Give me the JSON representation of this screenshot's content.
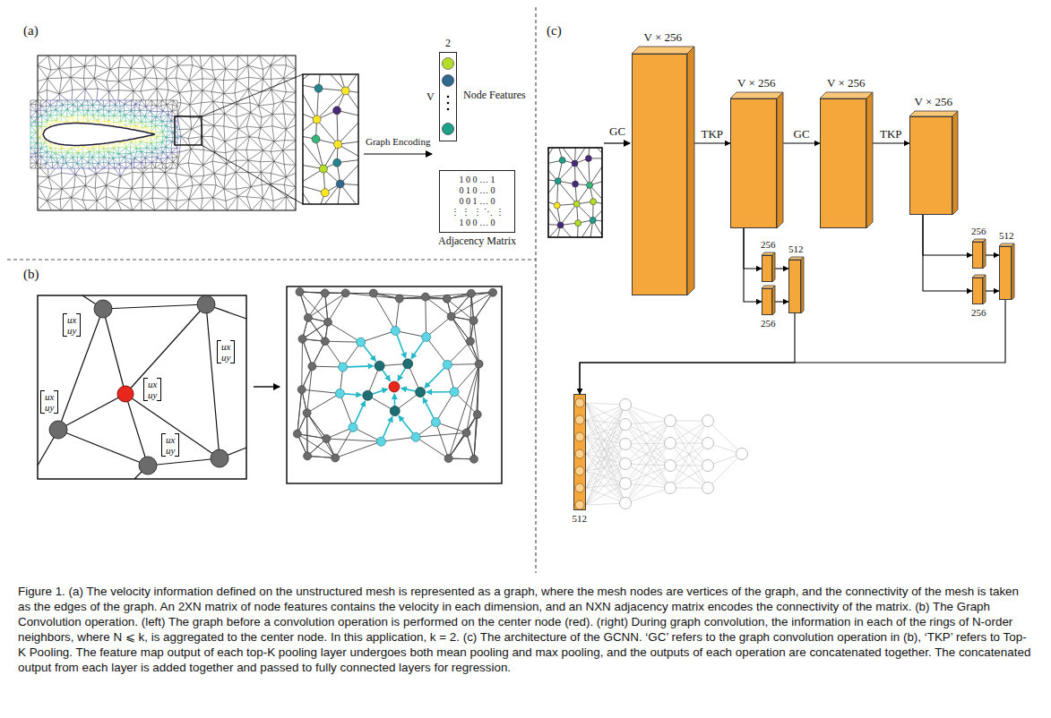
{
  "diagram": {
    "caption": "Figure 1. (a) The velocity information defined on the unstructured mesh is represented as a graph, where the mesh nodes are vertices of the graph, and the connectivity of the mesh is taken as the edges of the graph. An 2XN matrix of node features contains the velocity in each dimension, and an NXN adjacency matrix encodes the connectivity of the matrix. (b) The Graph Convolution operation. (left) The graph before a convolution operation is performed on the center node (red). (right) During graph convolution, the information in each of the rings of N-order neighbors, where N ⩽ k, is aggregated to the center node. In this application, k = 2. (c) The architecture of the GCNN. ‘GC’ refers to the graph convolution operation in (b), ‘TKP’ refers to Top-K Pooling. The feature map output of each top-K pooling layer undergoes both mean pooling and max pooling, and the outputs of each operation are concatenated together. The concatenated output from each layer is added together and passed to fully connected layers for regression.",
    "nodes": [
      {
        "text": [
          "2",
          "V",
          "Node Features"
        ]
      },
      {
        "text": [
          "1 0 0 … 1",
          "0 1 0 … 0",
          "0 0 1 … 0",
          "⋮ ⋮ ⋮ ⋱ ⋮",
          "1 0 0 … 0",
          "Adjacency Matrix"
        ]
      },
      {
        "text": [
          "V × 256"
        ]
      },
      {
        "text": [
          "V × 256"
        ]
      },
      {
        "text": [
          "V × 256"
        ]
      },
      {
        "text": [
          "V × 256"
        ]
      },
      {
        "text": [
          "256"
        ]
      },
      {
        "text": [
          "256"
        ]
      },
      {
        "text": [
          "512"
        ]
      },
      {
        "text": [
          "256"
        ]
      },
      {
        "text": [
          "256"
        ]
      },
      {
        "text": [
          "512"
        ]
      },
      {
        "text": [
          "512"
        ]
      }
    ],
    "edges": [
      {
        "from": 2,
        "to": 3,
        "arrow": "to",
        "label": "TKP"
      },
      {
        "from": 3,
        "to": 4,
        "arrow": "to",
        "label": "GC"
      },
      {
        "from": 4,
        "to": 5,
        "arrow": "to",
        "label": "TKP"
      },
      {
        "from": 3,
        "to": 6,
        "arrow": "to"
      },
      {
        "from": 3,
        "to": 7,
        "arrow": "to"
      },
      {
        "from": 6,
        "to": 8,
        "arrow": "to"
      },
      {
        "from": 7,
        "to": 8,
        "arrow": "to"
      },
      {
        "from": 5,
        "to": 9,
        "arrow": "to"
      },
      {
        "from": 5,
        "to": 10,
        "arrow": "to"
      },
      {
        "from": 9,
        "to": 11,
        "arrow": "to"
      },
      {
        "from": 10,
        "to": 11,
        "arrow": "to"
      },
      {
        "from": 8,
        "to": 12,
        "arrow": "to"
      },
      {
        "from": 11,
        "to": 12,
        "arrow": "to"
      }
    ],
    "labels": [
      "(a)",
      "(b)",
      "(c)",
      "Graph Encoding",
      "GC",
      "ux",
      "uy",
      "ux",
      "uy",
      "ux",
      "uy",
      "ux",
      "uy",
      "ux",
      "uy"
    ]
  }
}
